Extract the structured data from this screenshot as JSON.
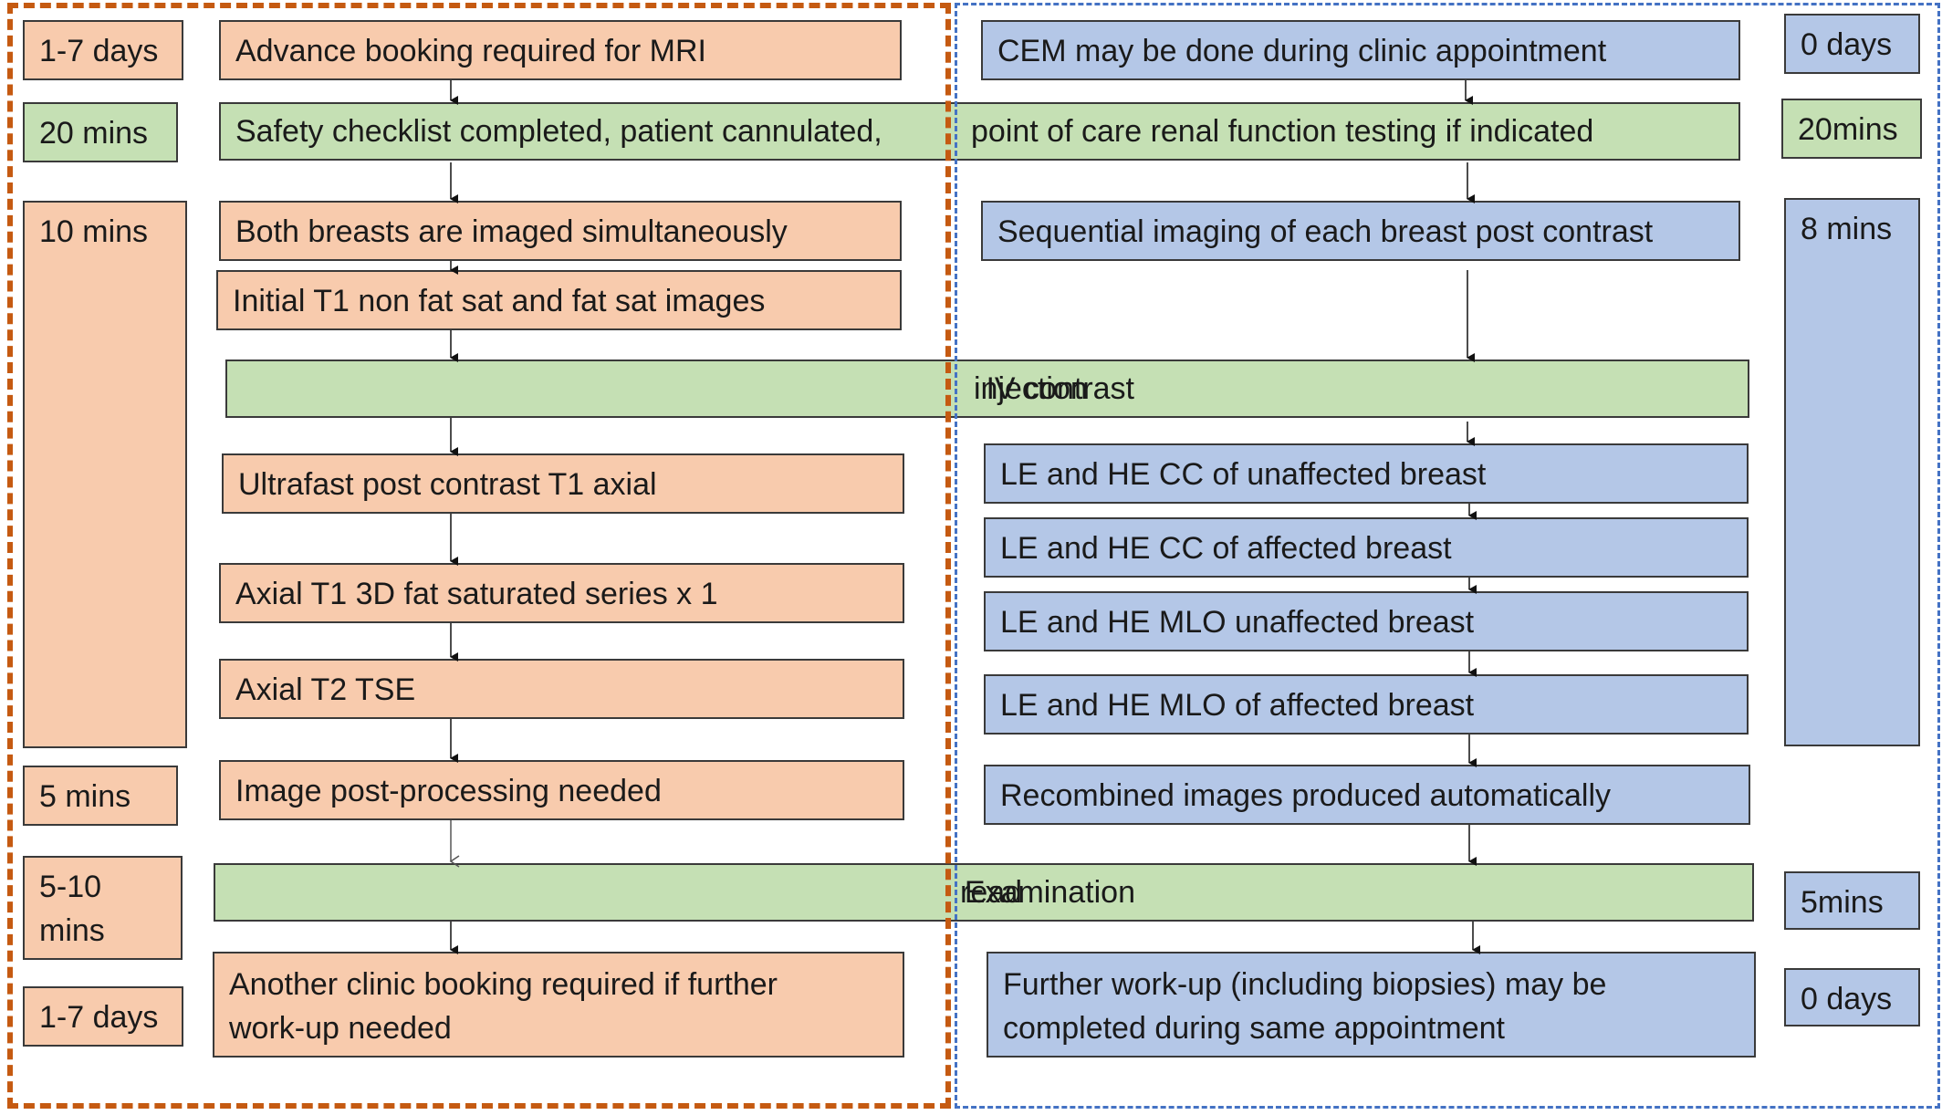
{
  "colors": {
    "mri_fill": "#f8cbad",
    "cem_fill": "#b4c7e7",
    "shared_fill": "#c5e0b4",
    "mri_frame": "#c55a11",
    "cem_frame": "#4472c4"
  },
  "mri": {
    "times": {
      "booking": "1-7 days",
      "safety": "20 mins",
      "imaging": "10 mins",
      "postproc": "5 mins",
      "read": "5-10 mins",
      "followup": "1-7 days"
    },
    "steps": {
      "booking": "Advance booking required for MRI",
      "both_breasts": "Both breasts are imaged simultaneously",
      "initial_t1": "Initial T1 non fat sat and fat sat images",
      "ultrafast": "Ultrafast post contrast T1 axial",
      "axial_t1": "Axial T1 3D fat saturated series x 1",
      "axial_t2": "Axial T2 TSE",
      "postproc": "Image post-processing needed",
      "followup_line1": "Another clinic booking required if further",
      "followup_line2": "work-up needed"
    }
  },
  "cem": {
    "times": {
      "booking": "0 days",
      "safety": "20mins",
      "imaging": "8 mins",
      "read": "5mins",
      "followup": "0 days"
    },
    "steps": {
      "booking": "CEM may be done during clinic appointment",
      "sequential": "Sequential imaging of each breast post contrast",
      "cc_unaffected": "LE and HE CC of unaffected breast",
      "cc_affected": "LE and HE CC of affected breast",
      "mlo_unaffected": "LE and HE MLO unaffected breast",
      "mlo_affected": "LE and HE MLO of affected breast",
      "recombined": "Recombined images produced automatically",
      "followup_line1": "Further work-up (including biopsies) may be",
      "followup_line2": "completed during same appointment"
    }
  },
  "shared": {
    "safety_left": "Safety checklist completed, patient cannulated,",
    "safety_right": "point of care renal function testing if indicated",
    "contrast_left": "IV contrast",
    "contrast_right": "injection",
    "read_left": "Examination",
    "read_right": "read"
  }
}
